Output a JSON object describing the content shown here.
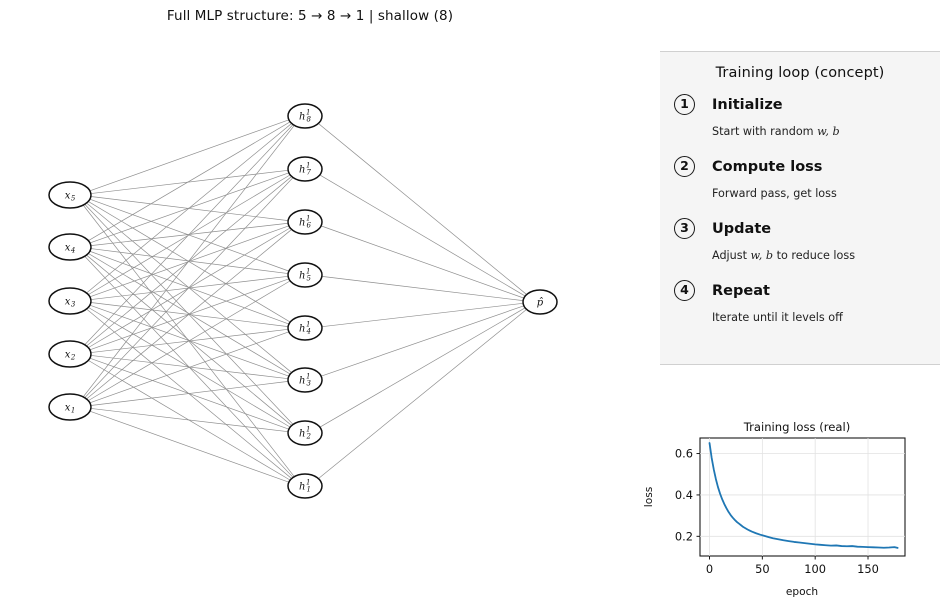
{
  "figure": {
    "title": "Full MLP structure: 5 → 8 → 1 | shallow (8)"
  },
  "network": {
    "input_layer": {
      "name": "input",
      "nodes": [
        {
          "base": "x",
          "sub": "5",
          "sup": ""
        },
        {
          "base": "x",
          "sub": "4",
          "sup": ""
        },
        {
          "base": "x",
          "sub": "3",
          "sup": ""
        },
        {
          "base": "x",
          "sub": "2",
          "sup": ""
        },
        {
          "base": "x",
          "sub": "1",
          "sup": ""
        }
      ]
    },
    "hidden_layer": {
      "name": "hidden",
      "nodes": [
        {
          "base": "h",
          "sub": "8",
          "sup": "1"
        },
        {
          "base": "h",
          "sub": "7",
          "sup": "1"
        },
        {
          "base": "h",
          "sub": "6",
          "sup": "1"
        },
        {
          "base": "h",
          "sub": "5",
          "sup": "1"
        },
        {
          "base": "h",
          "sub": "4",
          "sup": "1"
        },
        {
          "base": "h",
          "sub": "3",
          "sup": "1"
        },
        {
          "base": "h",
          "sub": "2",
          "sup": "1"
        },
        {
          "base": "h",
          "sub": "1",
          "sup": "1"
        }
      ]
    },
    "output_layer": {
      "name": "output",
      "nodes": [
        {
          "base": "p̂",
          "sub": "",
          "sup": ""
        }
      ]
    },
    "edge_color": "#8f8f8f",
    "node_fill": "#ffffff",
    "node_stroke": "#111111"
  },
  "training_loop": {
    "title": "Training loop (concept)",
    "panel_bg": "#f5f5f5",
    "steps": [
      {
        "number": "1",
        "title": "Initialize",
        "desc_pre": "Start with random ",
        "desc_var": "w, b",
        "desc_post": ""
      },
      {
        "number": "2",
        "title": "Compute loss",
        "desc_pre": "Forward pass, get loss",
        "desc_var": "",
        "desc_post": ""
      },
      {
        "number": "3",
        "title": "Update",
        "desc_pre": "Adjust ",
        "desc_var": "w, b",
        "desc_post": " to reduce loss"
      },
      {
        "number": "4",
        "title": "Repeat",
        "desc_pre": "Iterate until it levels off",
        "desc_var": "",
        "desc_post": ""
      }
    ]
  },
  "chart_data": {
    "type": "line",
    "title": "Training loss (real)",
    "xlabel": "epoch",
    "ylabel": "loss",
    "xlim": [
      -9,
      185
    ],
    "ylim": [
      0.105,
      0.675
    ],
    "xticks": [
      0,
      50,
      100,
      150
    ],
    "yticks": [
      0.2,
      0.4,
      0.6
    ],
    "grid": true,
    "legend": "none",
    "line_color": "#1f77b4",
    "x": [
      0,
      2,
      4,
      6,
      8,
      10,
      12,
      14,
      16,
      18,
      20,
      22,
      24,
      26,
      28,
      30,
      32,
      34,
      36,
      38,
      40,
      44,
      48,
      52,
      56,
      60,
      65,
      70,
      75,
      80,
      85,
      90,
      95,
      100,
      105,
      110,
      115,
      120,
      125,
      130,
      135,
      140,
      145,
      150,
      155,
      160,
      165,
      170,
      175,
      178
    ],
    "y": [
      0.651,
      0.58,
      0.524,
      0.477,
      0.438,
      0.406,
      0.379,
      0.356,
      0.336,
      0.318,
      0.303,
      0.29,
      0.279,
      0.269,
      0.261,
      0.253,
      0.245,
      0.239,
      0.233,
      0.228,
      0.223,
      0.215,
      0.208,
      0.202,
      0.196,
      0.191,
      0.186,
      0.181,
      0.177,
      0.173,
      0.17,
      0.167,
      0.164,
      0.161,
      0.159,
      0.157,
      0.155,
      0.156,
      0.153,
      0.152,
      0.153,
      0.15,
      0.149,
      0.148,
      0.147,
      0.146,
      0.145,
      0.146,
      0.148,
      0.144
    ]
  }
}
